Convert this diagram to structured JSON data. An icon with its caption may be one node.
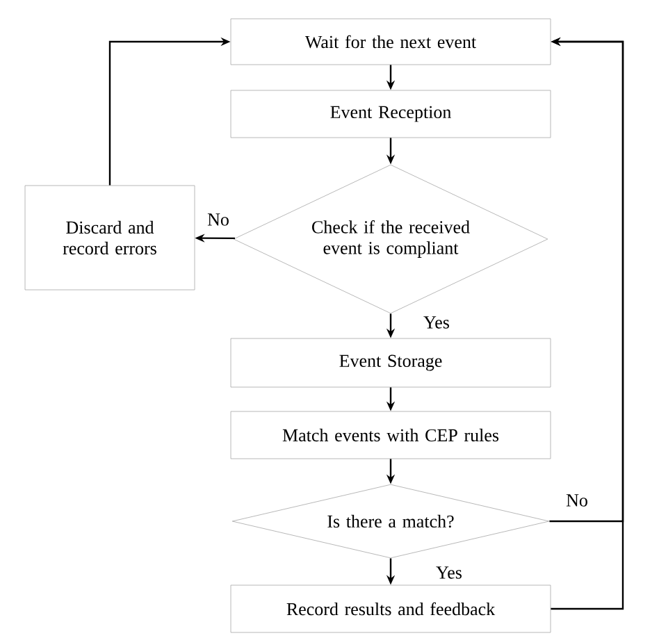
{
  "diagram": {
    "nodes": [
      {
        "text": [
          "Wait for the next event"
        ]
      },
      {
        "text": [
          "Event Reception"
        ]
      },
      {
        "text": [
          "Check if the received event is compliant"
        ]
      },
      {
        "text": [
          "Discard and record errors"
        ]
      },
      {
        "text": [
          "Event Storage"
        ]
      },
      {
        "text": [
          "Match events with CEP rules"
        ]
      },
      {
        "text": [
          "Is there a match?"
        ]
      },
      {
        "text": [
          "Record results and feedback"
        ]
      }
    ],
    "edges": [
      {
        "from": 0,
        "to": 1,
        "arrow": "to"
      },
      {
        "from": 1,
        "to": 2,
        "arrow": "to"
      },
      {
        "from": 2,
        "to": 3,
        "arrow": "to",
        "label": "No"
      },
      {
        "from": 3,
        "to": 0,
        "arrow": "to"
      },
      {
        "from": 2,
        "to": 4,
        "arrow": "to",
        "label": "Yes"
      },
      {
        "from": 4,
        "to": 5,
        "arrow": "to"
      },
      {
        "from": 5,
        "to": 6,
        "arrow": "to"
      },
      {
        "from": 6,
        "to": 7,
        "arrow": "to",
        "label": "Yes"
      },
      {
        "from": 6,
        "to": 0,
        "arrow": "to",
        "label": "No"
      },
      {
        "from": 7,
        "to": 0,
        "arrow": "to"
      }
    ]
  }
}
